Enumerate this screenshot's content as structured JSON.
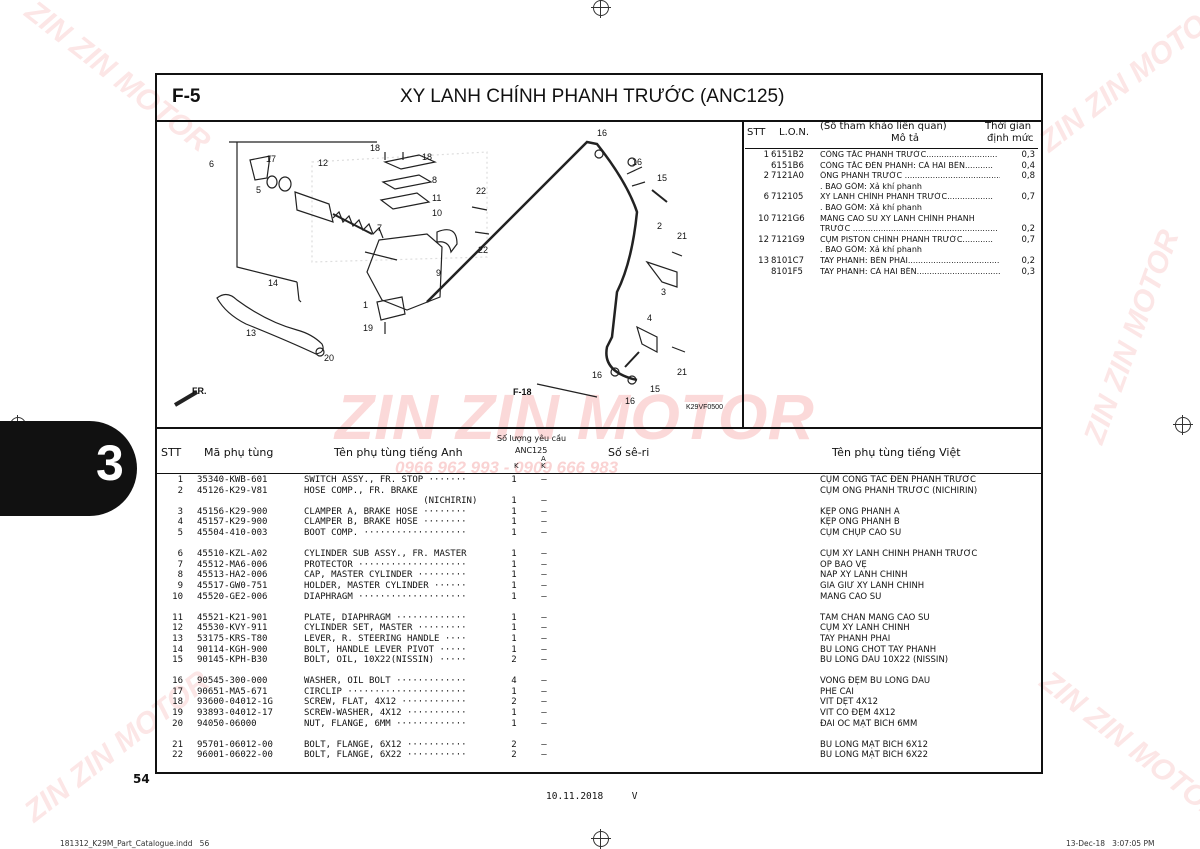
{
  "header": {
    "section": "F-5",
    "title": "XY LANH CHÍNH PHANH TRƯỚC (ANC125)"
  },
  "side_tab": "3",
  "page_number": "54",
  "footer": {
    "center": "10.11.2018     V",
    "left": "181312_K29M_Part_Catalogue.indd   56",
    "right": "13-Dec-18   3:07:05 PM"
  },
  "watermark": {
    "brand": "ZIN ZIN MOTOR",
    "phone": "0966 962 993 - 0909 666 983"
  },
  "diagram": {
    "fr_label": "FR.",
    "ref_label": "F-18",
    "code": "K29VF0500",
    "callouts": [
      "6",
      "17",
      "12",
      "5",
      "18",
      "18",
      "8",
      "11",
      "10",
      "7",
      "22",
      "22",
      "9",
      "14",
      "1",
      "19",
      "13",
      "20",
      "16",
      "16",
      "15",
      "2",
      "21",
      "3",
      "4",
      "16",
      "16",
      "15",
      "21"
    ]
  },
  "ref_table": {
    "headers": {
      "stt": "STT",
      "lon": "L.O.N.",
      "desc1": "(Số tham khảo liên quan)",
      "desc2": "Mô tả",
      "time1": "Thời gian",
      "time2": "định mức"
    },
    "rows": [
      {
        "stt": "1",
        "lon": "6151B2",
        "desc": "CÔNG TẮC PHANH TRƯỚC............................",
        "time": "0,3"
      },
      {
        "stt": "",
        "lon": "6151B6",
        "desc": "CÔNG TẮC ĐÈN PHANH: CẢ HAI BÊN...........",
        "time": "0,4"
      },
      {
        "stt": "2",
        "lon": "7121A0",
        "desc": "ỐNG PHANH TRƯỚC .........................................",
        "time": "0,8"
      },
      {
        "stt": "",
        "lon": "",
        "desc": ". BAO GỒM: Xả khí phanh",
        "time": ""
      },
      {
        "stt": "6",
        "lon": "712105",
        "desc": "XY LANH CHÍNH PHANH TRƯỚC..................",
        "time": "0,7"
      },
      {
        "stt": "",
        "lon": "",
        "desc": ". BAO GỒM: Xả khí phanh",
        "time": ""
      },
      {
        "stt": "10",
        "lon": "7121G6",
        "desc": "MÀNG CAO SU XY LANH CHÍNH PHANH",
        "time": ""
      },
      {
        "stt": "",
        "lon": "",
        "desc": "TRƯỚC .........................................................",
        "time": "0,2"
      },
      {
        "stt": "12",
        "lon": "7121G9",
        "desc": "CỤM PISTON CHÍNH PHANH TRƯỚC............",
        "time": "0,7"
      },
      {
        "stt": "",
        "lon": "",
        "desc": ". BAO GỒM: Xả khí phanh",
        "time": ""
      },
      {
        "stt": "13",
        "lon": "8101C7",
        "desc": "TAY PHANH: BÊN PHẢI.......................................",
        "time": "0,2"
      },
      {
        "stt": "",
        "lon": "8101F5",
        "desc": "TAY PHANH: CẢ HAI BÊN....................................",
        "time": "0,3"
      }
    ]
  },
  "parts_table": {
    "headers": {
      "stt": "STT",
      "part_no": "Mã phụ tùng",
      "name_en": "Tên phụ tùng tiếng Anh",
      "qty": "Số lượng yêu cầu",
      "model": "ANC125",
      "col_k": "K",
      "col_ka": "K",
      "col_ka2": "A",
      "serial": "Số sê-ri",
      "name_vi": "Tên phụ tùng tiếng Việt"
    },
    "rows": [
      {
        "stt": "1",
        "part": "35340-KWB-601",
        "en": "SWITCH ASSY., FR. STOP ·······",
        "k": "1",
        "ka": "–",
        "vi": "CỤM CÔNG TẮC ĐÈN PHANH TRƯỚC"
      },
      {
        "stt": "2",
        "part": "45126-K29-V81",
        "en": "HOSE COMP., FR. BRAKE",
        "k": "",
        "ka": "",
        "vi": "CỤM ỐNG PHANH TRƯỚC (NICHIRIN)"
      },
      {
        "stt": "",
        "part": "",
        "en": "                      (NICHIRIN)",
        "k": "1",
        "ka": "–",
        "vi": ""
      },
      {
        "stt": "3",
        "part": "45156-K29-900",
        "en": "CLAMPER A, BRAKE HOSE ········",
        "k": "1",
        "ka": "–",
        "vi": "KẸP ỐNG PHANH A"
      },
      {
        "stt": "4",
        "part": "45157-K29-900",
        "en": "CLAMPER B, BRAKE HOSE ········",
        "k": "1",
        "ka": "–",
        "vi": "KẸP ỐNG PHANH B"
      },
      {
        "stt": "5",
        "part": "45504-410-003",
        "en": "BOOT COMP. ···················",
        "k": "1",
        "ka": "–",
        "vi": "CỤM CHỤP CAO SU"
      },
      {
        "stt": "",
        "part": "",
        "en": "",
        "k": "",
        "ka": "",
        "vi": ""
      },
      {
        "stt": "6",
        "part": "45510-KZL-A02",
        "en": "CYLINDER SUB ASSY., FR. MASTER",
        "k": "1",
        "ka": "–",
        "vi": "CỤM XY LANH CHÍNH PHANH TRƯỚC"
      },
      {
        "stt": "7",
        "part": "45512-MA6-006",
        "en": "PROTECTOR ····················",
        "k": "1",
        "ka": "–",
        "vi": "ỐP BẢO VỆ"
      },
      {
        "stt": "8",
        "part": "45513-HA2-006",
        "en": "CAP, MASTER CYLINDER ·········",
        "k": "1",
        "ka": "–",
        "vi": "NẮP XY LANH CHÍNH"
      },
      {
        "stt": "9",
        "part": "45517-GW0-751",
        "en": "HOLDER, MASTER CYLINDER ······",
        "k": "1",
        "ka": "–",
        "vi": "GIÁ GIỮ XY LANH CHÍNH"
      },
      {
        "stt": "10",
        "part": "45520-GE2-006",
        "en": "DIAPHRAGM ····················",
        "k": "1",
        "ka": "–",
        "vi": "MÀNG CAO SU"
      },
      {
        "stt": "",
        "part": "",
        "en": "",
        "k": "",
        "ka": "",
        "vi": ""
      },
      {
        "stt": "11",
        "part": "45521-K21-901",
        "en": "PLATE, DIAPHRAGM ·············",
        "k": "1",
        "ka": "–",
        "vi": "TẤM CHẮN MÀNG CAO SU"
      },
      {
        "stt": "12",
        "part": "45530-KVY-911",
        "en": "CYLINDER SET, MASTER ·········",
        "k": "1",
        "ka": "–",
        "vi": "CỤM XY LANH CHÍNH"
      },
      {
        "stt": "13",
        "part": "53175-KRS-T80",
        "en": "LEVER, R. STEERING HANDLE ····",
        "k": "1",
        "ka": "–",
        "vi": "TAY PHANH PHẢI"
      },
      {
        "stt": "14",
        "part": "90114-KGH-900",
        "en": "BOLT, HANDLE LEVER PIVOT ·····",
        "k": "1",
        "ka": "–",
        "vi": "BU LÔNG CHỐT TAY PHANH"
      },
      {
        "stt": "15",
        "part": "90145-KPH-B30",
        "en": "BOLT, OIL, 10X22(NISSIN) ·····",
        "k": "2",
        "ka": "–",
        "vi": "BU LÔNG DẦU 10X22 (NISSIN)"
      },
      {
        "stt": "",
        "part": "",
        "en": "",
        "k": "",
        "ka": "",
        "vi": ""
      },
      {
        "stt": "16",
        "part": "90545-300-000",
        "en": "WASHER, OIL BOLT ·············",
        "k": "4",
        "ka": "–",
        "vi": "VÒNG ĐỆM BU LÔNG DẦU"
      },
      {
        "stt": "17",
        "part": "90651-MA5-671",
        "en": "CIRCLIP ······················",
        "k": "1",
        "ka": "–",
        "vi": "PHE CÀI"
      },
      {
        "stt": "18",
        "part": "93600-04012-1G",
        "en": "SCREW, FLAT, 4X12 ············",
        "k": "2",
        "ka": "–",
        "vi": "VÍT DẸT 4X12"
      },
      {
        "stt": "19",
        "part": "93893-04012-17",
        "en": "SCREW-WASHER, 4X12 ···········",
        "k": "1",
        "ka": "–",
        "vi": "VÍT CÓ ĐỆM 4X12"
      },
      {
        "stt": "20",
        "part": "94050-06000",
        "en": "NUT, FLANGE, 6MM ·············",
        "k": "1",
        "ka": "–",
        "vi": "ĐAI ỐC MẶT BÍCH 6MM"
      },
      {
        "stt": "",
        "part": "",
        "en": "",
        "k": "",
        "ka": "",
        "vi": ""
      },
      {
        "stt": "21",
        "part": "95701-06012-00",
        "en": "BOLT, FLANGE, 6X12 ···········",
        "k": "2",
        "ka": "–",
        "vi": "BU LÔNG MẶT BÍCH 6X12"
      },
      {
        "stt": "22",
        "part": "96001-06022-00",
        "en": "BOLT, FLANGE, 6X22 ···········",
        "k": "2",
        "ka": "–",
        "vi": "BU LÔNG MẶT BÍCH 6X22"
      }
    ]
  }
}
